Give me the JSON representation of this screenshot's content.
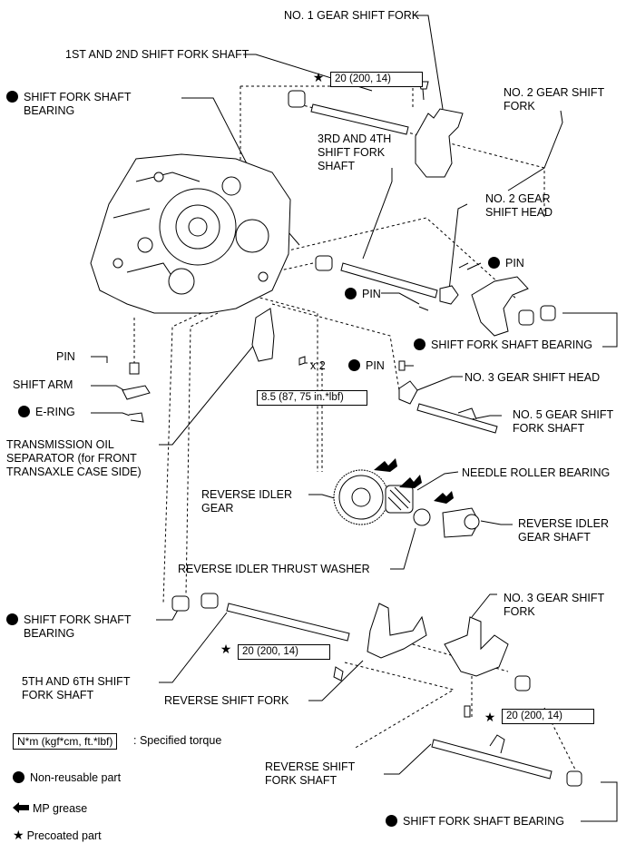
{
  "labels": {
    "no1_gear_shift_fork": "NO. 1 GEAR SHIFT FORK",
    "first_second_shift_fork_shaft": "1ST AND 2ND SHIFT FORK SHAFT",
    "shift_fork_shaft_bearing_top": [
      "SHIFT FORK SHAFT",
      "BEARING"
    ],
    "no2_gear_shift_fork": [
      "NO. 2 GEAR SHIFT",
      "FORK"
    ],
    "third_fourth_shift_fork_shaft": [
      "3RD AND 4TH",
      "SHIFT FORK",
      "SHAFT"
    ],
    "no2_gear_shift_head": [
      "NO. 2 GEAR",
      "SHIFT HEAD"
    ],
    "pin_right": "PIN",
    "pin_mid": "PIN",
    "shift_fork_shaft_bearing_right": "SHIFT FORK SHAFT BEARING",
    "pin_left": "PIN",
    "pin_center": "PIN",
    "shift_arm": "SHIFT ARM",
    "no3_gear_shift_head": "NO. 3 GEAR SHIFT HEAD",
    "e_ring": "E-RING",
    "x2": "x 2",
    "no5_gear_shift_fork_shaft": [
      "NO. 5 GEAR SHIFT",
      "FORK SHAFT"
    ],
    "transmission_oil_separator": [
      "TRANSMISSION OIL",
      "SEPARATOR (for FRONT",
      "TRANSAXLE CASE SIDE)"
    ],
    "needle_roller_bearing": "NEEDLE ROLLER BEARING",
    "reverse_idler_gear": [
      "REVERSE IDLER",
      "GEAR"
    ],
    "reverse_idler_gear_shaft": [
      "REVERSE IDLER",
      "GEAR SHAFT"
    ],
    "reverse_idler_thrust_washer": "REVERSE IDLER THRUST WASHER",
    "no3_gear_shift_fork": [
      "NO. 3 GEAR SHIFT",
      "FORK"
    ],
    "shift_fork_shaft_bearing_left": [
      "SHIFT FORK SHAFT",
      "BEARING"
    ],
    "fifth_sixth_shift_fork_shaft": [
      "5TH AND 6TH SHIFT",
      "FORK SHAFT"
    ],
    "reverse_shift_fork": "REVERSE SHIFT FORK",
    "reverse_shift_fork_shaft": [
      "REVERSE SHIFT",
      "FORK SHAFT"
    ],
    "shift_fork_shaft_bearing_bottom": "SHIFT FORK SHAFT BEARING"
  },
  "torques": {
    "top": "20 (200, 14)",
    "mid": "8.5 (87, 75 in.*lbf)",
    "lower_left": "20 (200, 14)",
    "lower_right": "20 (200, 14)"
  },
  "legend": {
    "torque_box": "N*m (kgf*cm, ft.*lbf)",
    "torque_text": ": Specified torque",
    "non_reusable": "Non-reusable part",
    "mp_grease": "MP grease",
    "precoated": "Precoated part"
  }
}
